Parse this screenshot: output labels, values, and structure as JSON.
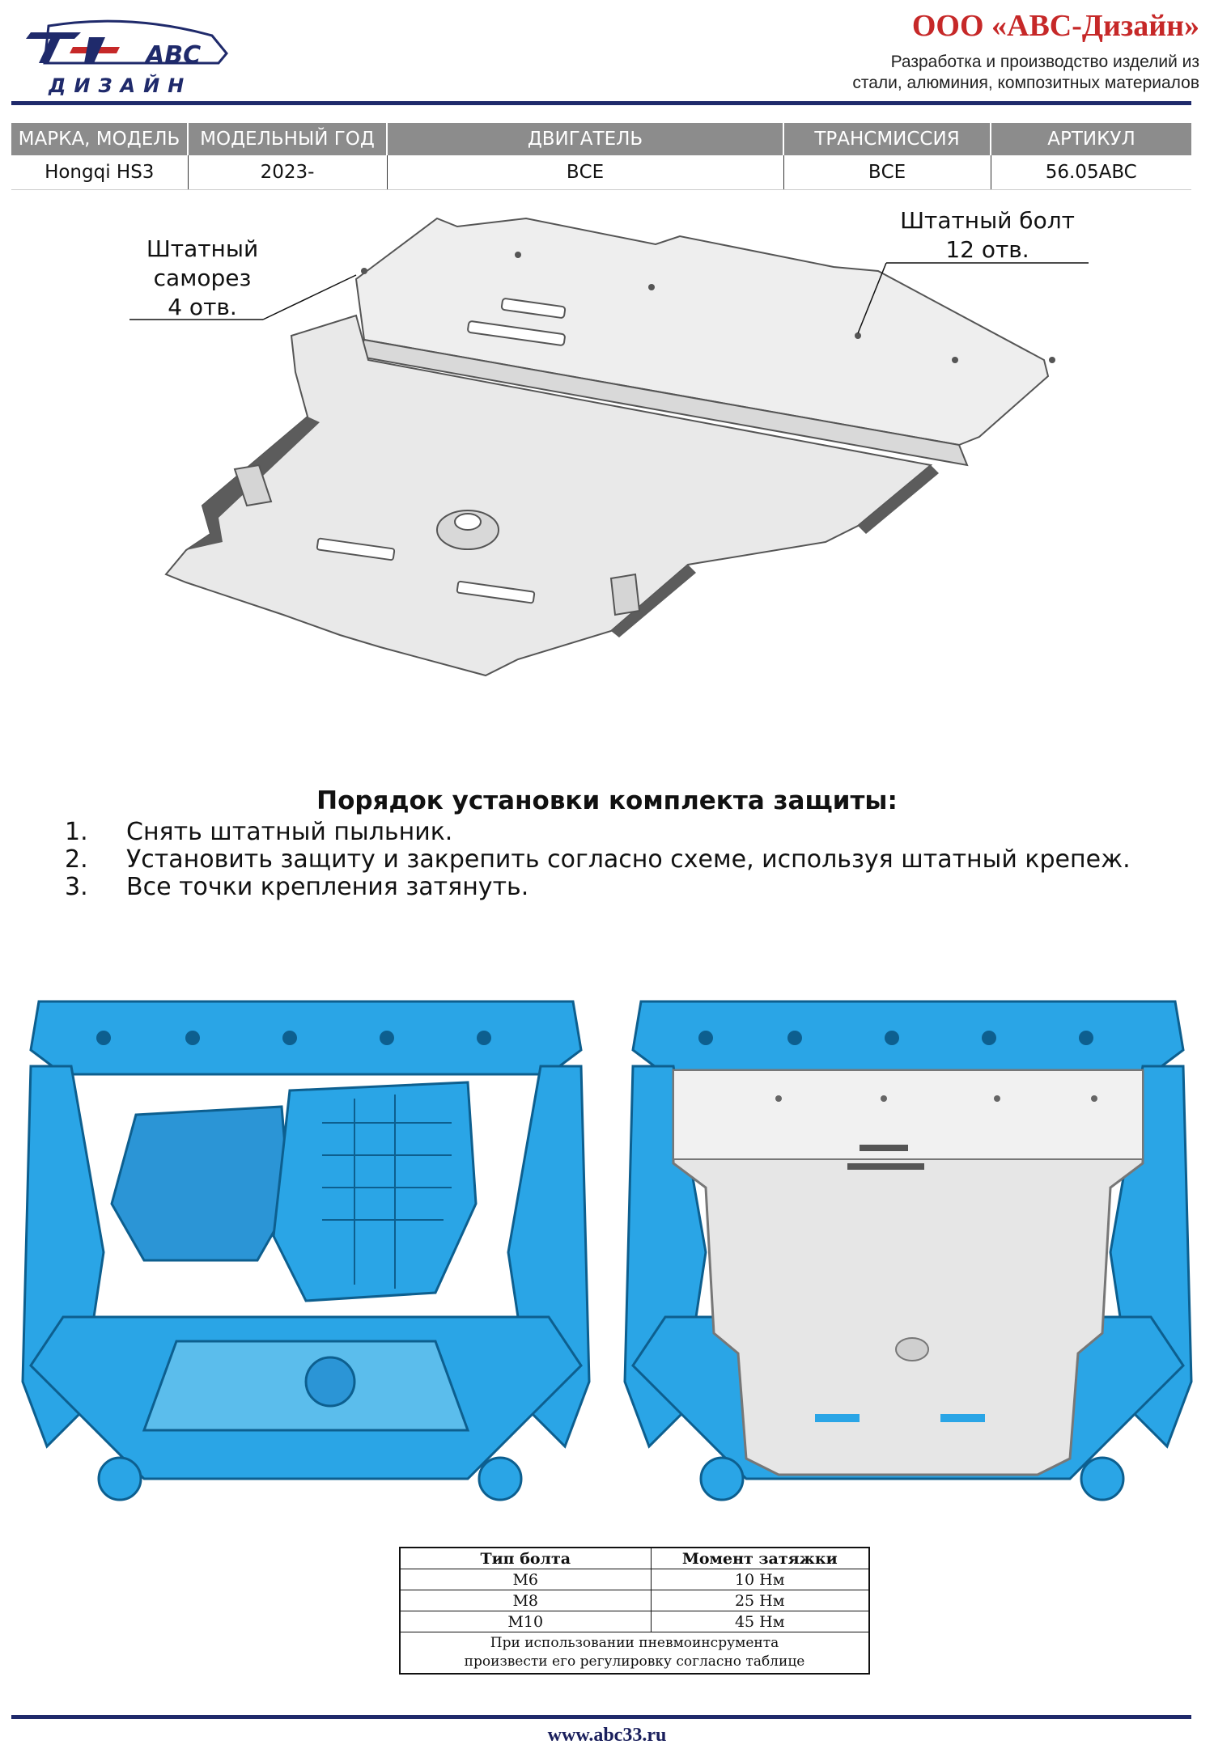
{
  "header": {
    "logo_text_top": "ABC",
    "logo_text_bottom": "ДИЗАЙН",
    "company": "ООО «АВС-Дизайн»",
    "tagline_line1": "Разработка и производство изделий из",
    "tagline_line2": "стали, алюминия, композитных материалов"
  },
  "spec_table": {
    "headers": [
      "МАРКА, МОДЕЛЬ",
      "МОДЕЛЬНЫЙ ГОД",
      "ДВИГАТЕЛЬ",
      "ТРАНСМИССИЯ",
      "АРТИКУЛ"
    ],
    "row": [
      "Hongqi HS3",
      "2023-",
      "ВСЕ",
      "ВСЕ",
      "56.05ABC"
    ]
  },
  "callouts": {
    "screw": [
      "Штатный",
      "саморез",
      "4 отв."
    ],
    "bolt": [
      "Штатный болт",
      "12 отв."
    ]
  },
  "instructions": {
    "title": "Порядок установки комплекта защиты:",
    "steps": [
      {
        "n": "1.",
        "text": "Снять штатный пыльник."
      },
      {
        "n": "2.",
        "text": "Установить защиту и закрепить согласно схеме, используя штатный крепеж."
      },
      {
        "n": "3.",
        "text": "Все точки крепления затянуть."
      }
    ]
  },
  "torque_table": {
    "headers": [
      "Тип болта",
      "Момент затяжки"
    ],
    "rows": [
      [
        "М6",
        "10 Нм"
      ],
      [
        "М8",
        "25 Нм"
      ],
      [
        "М10",
        "45 Нм"
      ]
    ],
    "note_line1": "При использовании пневмоинсрумента",
    "note_line2": "произвести его регулировку согласно таблице"
  },
  "footer": {
    "website": "www.abc33.ru"
  },
  "colors": {
    "brand_blue": "#1f2a6b",
    "brand_red": "#c62828",
    "chassis_blue": "#2aa5e6",
    "plate_gray": "#e6e6e6"
  }
}
